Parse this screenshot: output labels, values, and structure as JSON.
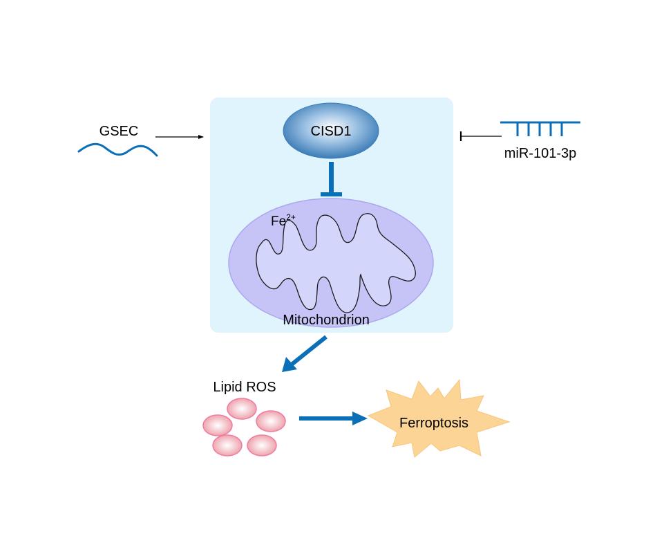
{
  "diagram": {
    "nodes": {
      "gsec": {
        "label": "GSEC",
        "kind": "lncRNA"
      },
      "mir": {
        "label": "miR-101-3p",
        "kind": "miRNA"
      },
      "cisd1": {
        "label": "CISD1",
        "kind": "protein"
      },
      "fe": {
        "label": "Fe",
        "superscript": "2+"
      },
      "mitochondrion": {
        "label": "Mitochondrion"
      },
      "lipid_ros": {
        "label": "Lipid ROS",
        "particle_count": 5
      },
      "ferroptosis": {
        "label": "Ferroptosis"
      }
    },
    "edges": [
      {
        "from": "GSEC",
        "to": "cell-box",
        "type": "activation"
      },
      {
        "from": "miR-101-3p",
        "to": "cell-box",
        "type": "inhibition"
      },
      {
        "from": "CISD1",
        "to": "Mitochondrion",
        "type": "inhibition"
      },
      {
        "from": "Mitochondrion",
        "to": "Lipid ROS",
        "type": "activation"
      },
      {
        "from": "Lipid ROS",
        "to": "Ferroptosis",
        "type": "activation"
      }
    ],
    "colors": {
      "panel": "#dff4fc",
      "accent_blue": "#0b6fb8",
      "cisd1_dark": "#2a6fae",
      "cisd1_light": "#e8f1fa",
      "mito_outer": "#c6c4f6",
      "mito_inner": "#d3d6fa",
      "mito_stroke": "#a79ee9",
      "ros_fill": "#f2a2ad",
      "ros_stroke": "#f07ba0",
      "star_fill": "#fcd596",
      "star_stroke": "#f6c57a"
    }
  }
}
